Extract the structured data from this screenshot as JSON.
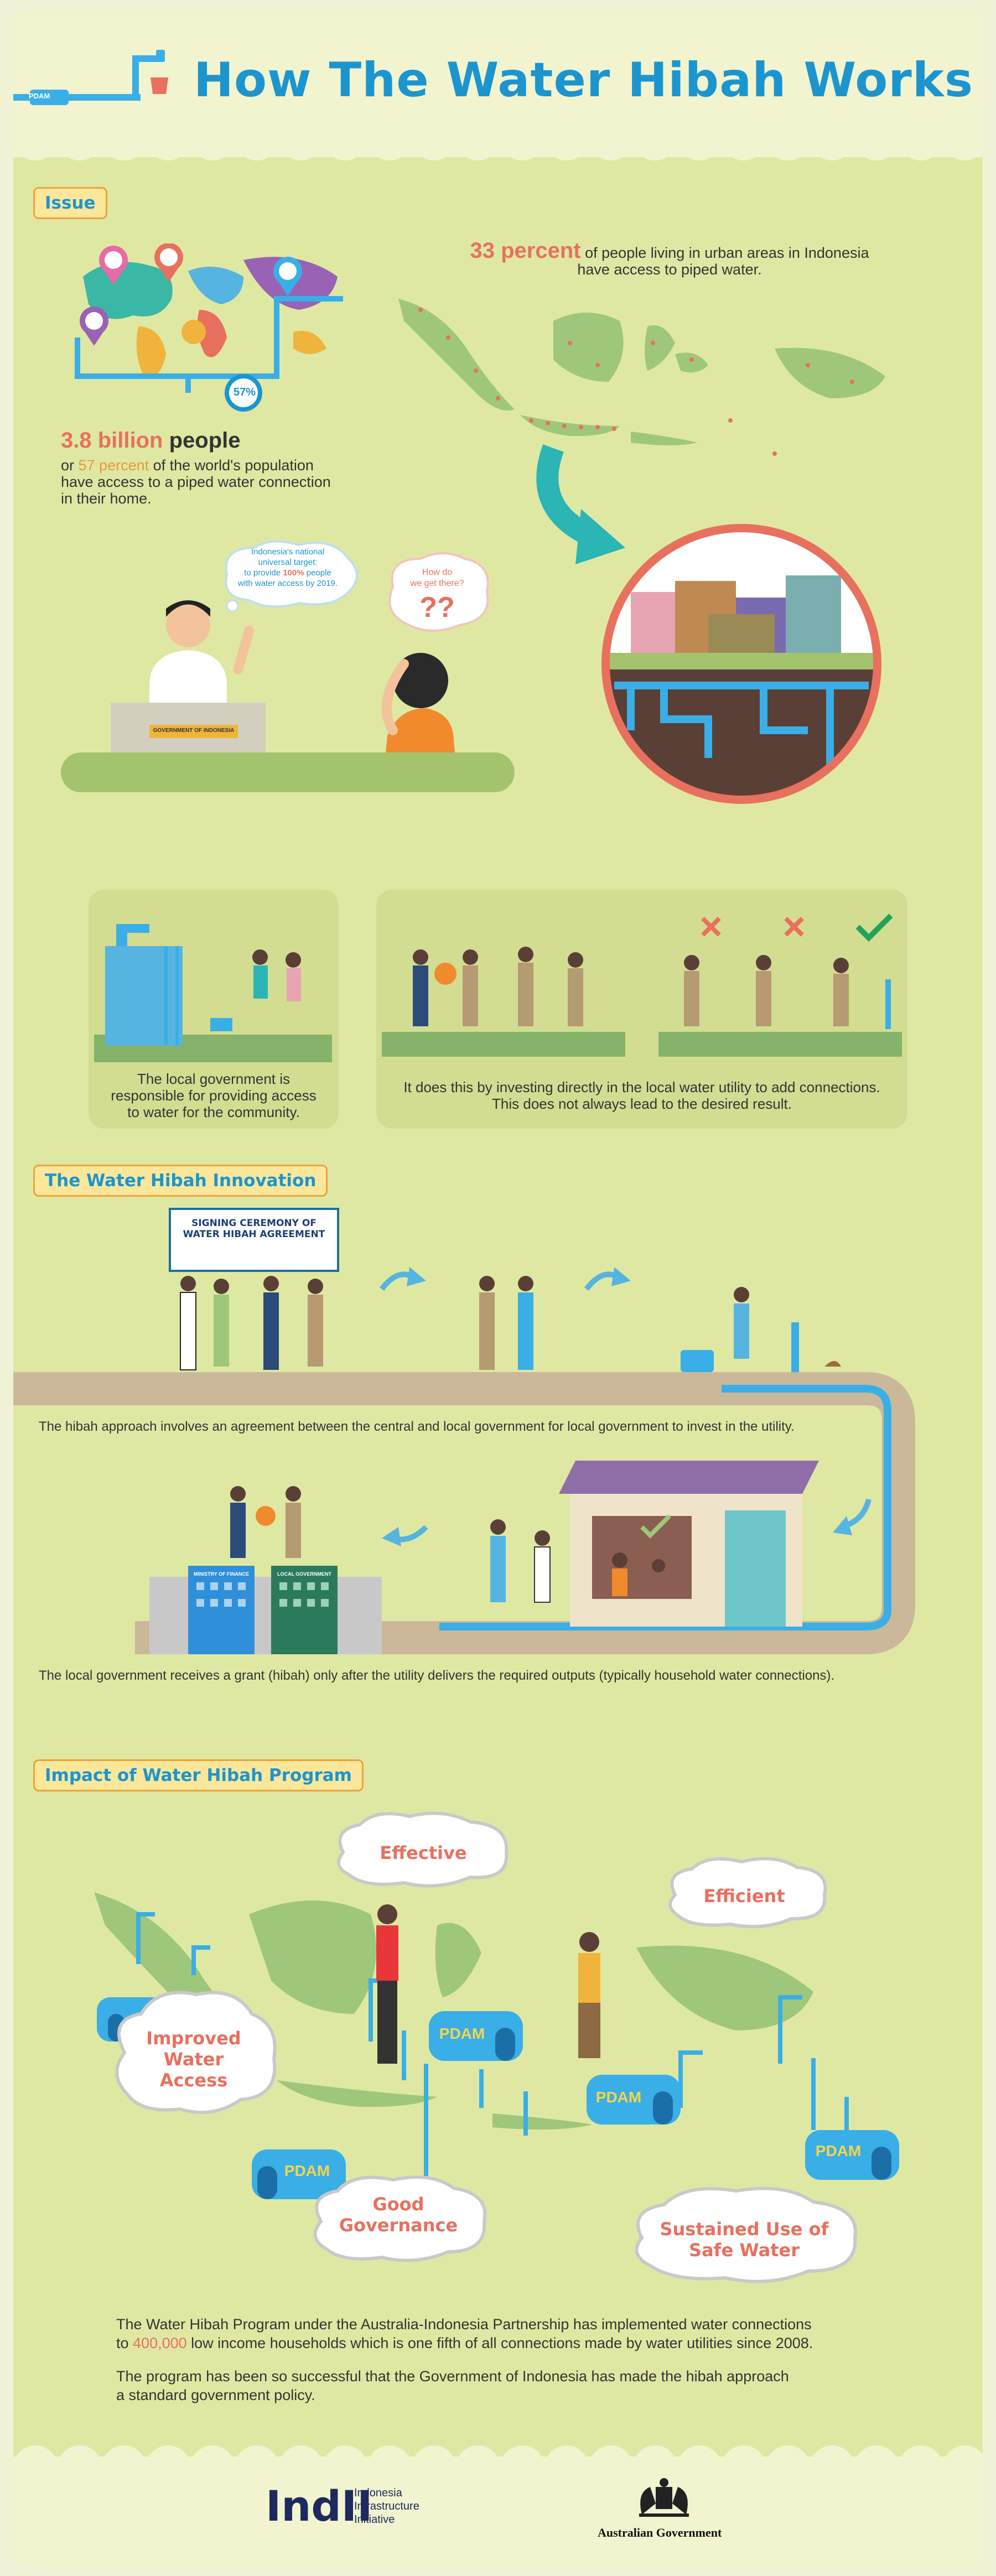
{
  "header": {
    "title": "How The Water Hibah Works",
    "tap_label": "PDAM"
  },
  "issue": {
    "tag": "Issue",
    "globe_percent": "57%",
    "stat_big": "3.8 billion",
    "stat_big_unit": " people",
    "stat_line1_pre": "or ",
    "stat_line1_percent": "57 percent",
    "stat_line1_post": " of the world's population",
    "stat_line2": "have access to a piped water connection",
    "stat_line3": "in their home.",
    "urban_percent": "33 percent",
    "urban_line1": " of people living in urban areas in Indonesia",
    "urban_line2": "have access to piped water.",
    "bubble_line1": "Indonesia's national",
    "bubble_line2": "universal target:",
    "bubble_line3_pre": "to provide ",
    "bubble_line3_hl": "100%",
    "bubble_line3_post": " people",
    "bubble_line4": "with water access by 2019.",
    "question_line1": "How do",
    "question_line2": "we get there?",
    "question_marks": "??",
    "desk_label": "GOVERNMENT OF INDONESIA"
  },
  "panels": {
    "left_line1": "The local government is",
    "left_line2": "responsible for providing access",
    "left_line3": "to water for the community.",
    "right_line1": "It does this by investing directly in the local water utility to add connections.",
    "right_line2": "This does not always lead to the desired result."
  },
  "innovation": {
    "tag": "The Water Hibah Innovation",
    "sign_line1": "SIGNING CEREMONY OF",
    "sign_line2": "WATER HIBAH AGREEMENT",
    "caption1": "The hibah approach involves an agreement between the central and local government for local government to invest in the utility.",
    "caption2": "The local government receives a grant (hibah) only after the utility delivers the required outputs (typically household water connections).",
    "building1": "MINISTRY OF FINANCE",
    "building2": "LOCAL GOVERNMENT"
  },
  "impact": {
    "tag": "Impact of Water Hibah Program",
    "effective": "Effective",
    "efficient": "Efficient",
    "improved_1": "Improved",
    "improved_2": "Water",
    "improved_3": "Access",
    "good_1": "Good",
    "good_2": "Governance",
    "sustained_1": "Sustained Use of",
    "sustained_2": "Safe Water",
    "pdam": "PDAM",
    "para1_line1": "The Water Hibah Program under the Australia-Indonesia Partnership has implemented water connections",
    "para1_line2_pre": "to ",
    "para1_line2_hl": "400,000",
    "para1_line2_post": " low income households which is one fifth of all connections made by water utilities since 2008.",
    "para2_line1": "The program has been so successful that the Government of Indonesia has made the hibah approach",
    "para2_line2": "a standard government policy."
  },
  "footer": {
    "indii_logo": "IndII",
    "indii_line1": "Indonesia",
    "indii_line2": "Infrastructure",
    "indii_line3": "Initiative",
    "aus_gov": "Australian Government"
  },
  "colors": {
    "title_blue": "#1c95cf",
    "salmon": "#e8705f",
    "orange": "#e8993a",
    "background_green": "#dfe8a3",
    "pipe_blue": "#3aaee6"
  }
}
